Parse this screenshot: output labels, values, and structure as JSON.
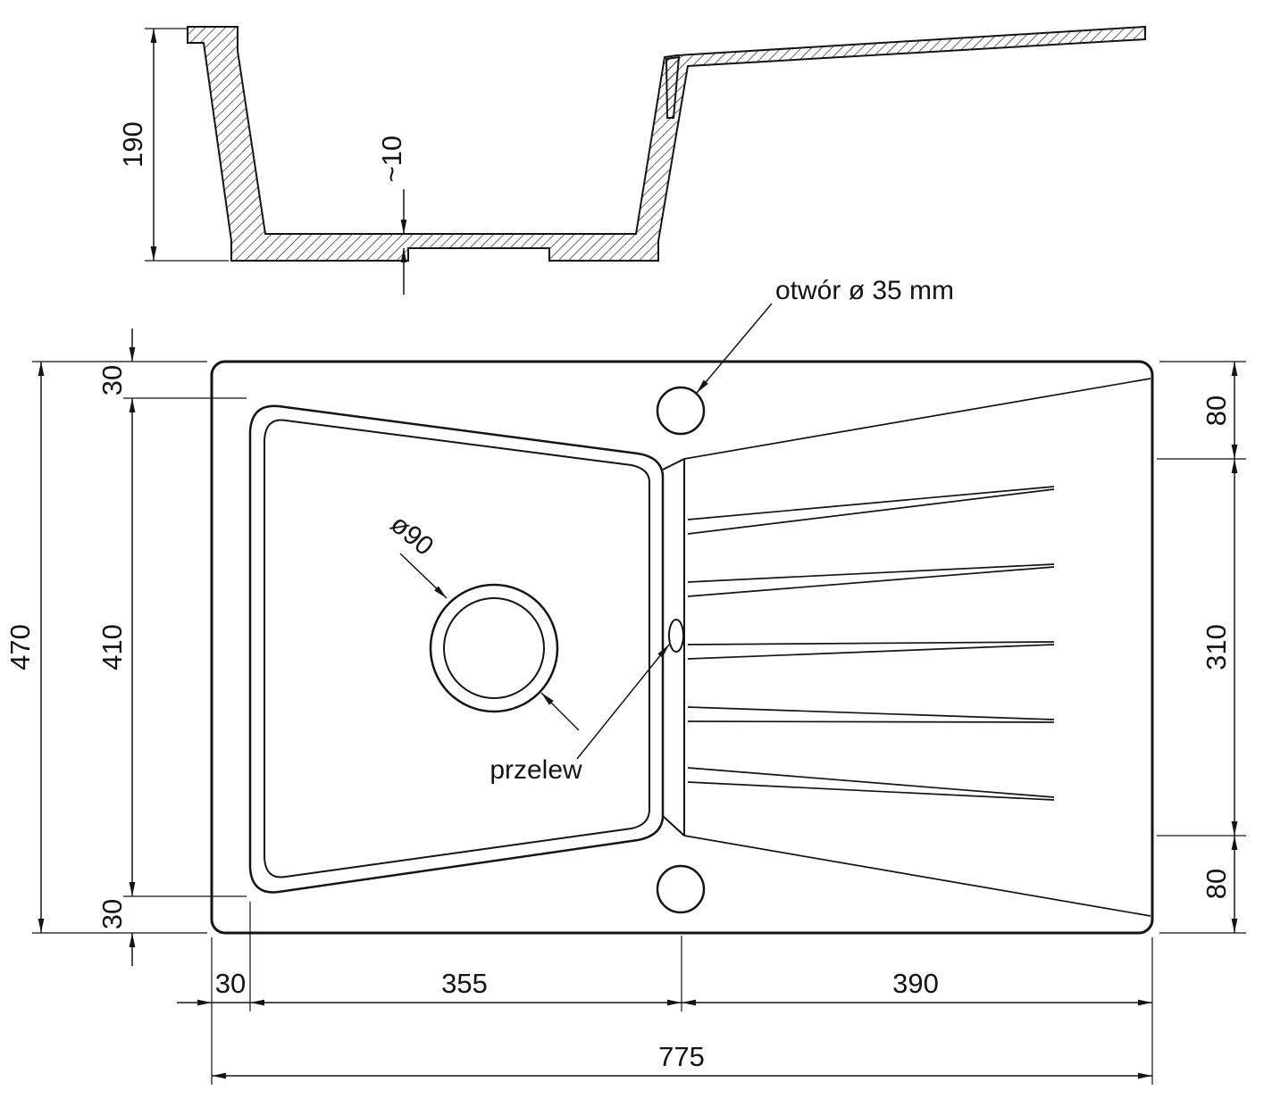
{
  "drawing": {
    "cross_section": {
      "depth": "190",
      "bottom_thickness": "~10"
    },
    "plan": {
      "overall_height": "470",
      "basin_inner_height": "410",
      "rim_top": "30",
      "rim_bottom": "30",
      "drainer_top": "80",
      "drainer_middle": "310",
      "drainer_bottom": "80",
      "rim_left": "30",
      "basin_width": "355",
      "drainer_width": "390",
      "overall_width": "775",
      "drain_label": "ø90",
      "tap_hole_label": "otwór ø 35 mm",
      "overflow_label": "przelew"
    },
    "colors": {
      "line": "#141414",
      "background": "#ffffff"
    }
  }
}
